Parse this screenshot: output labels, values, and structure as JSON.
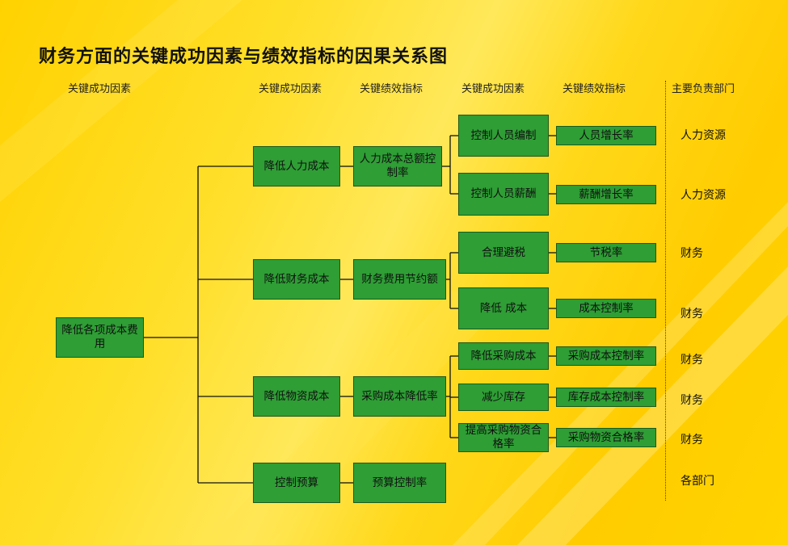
{
  "title": "财务方面的关键成功因素与绩效指标的因果关系图",
  "headers": {
    "col1": "关键成功因素",
    "col2": "关键成功因素",
    "col3": "关键绩效指标",
    "col4": "关键成功因素",
    "col5": "关键绩效指标",
    "col6": "主要负责部门"
  },
  "root": "降低各项成本费用",
  "level2": [
    "降低人力成本",
    "降低财务成本",
    "降低物资成本",
    "控制预算"
  ],
  "level3": [
    "人力成本总额控制率",
    "财务费用节约额",
    "采购成本降低率",
    "预算控制率"
  ],
  "level4": [
    "控制人员编制",
    "控制人员薪酬",
    "合理避税",
    "降低  成本",
    "降低采购成本",
    "减少库存",
    "提高采购物资合格率"
  ],
  "level5": [
    "人员增长率",
    "薪酬增长率",
    "节税率",
    "成本控制率",
    "采购成本控制率",
    "库存成本控制率",
    "采购物资合格率"
  ],
  "departments": [
    "人力资源",
    "人力资源",
    "财务",
    "财务",
    "财务",
    "财务",
    "财务",
    "各部门"
  ],
  "colors": {
    "box_fill": "#2e9e35",
    "box_border": "#1c5a1f",
    "background": "#ffd200"
  }
}
